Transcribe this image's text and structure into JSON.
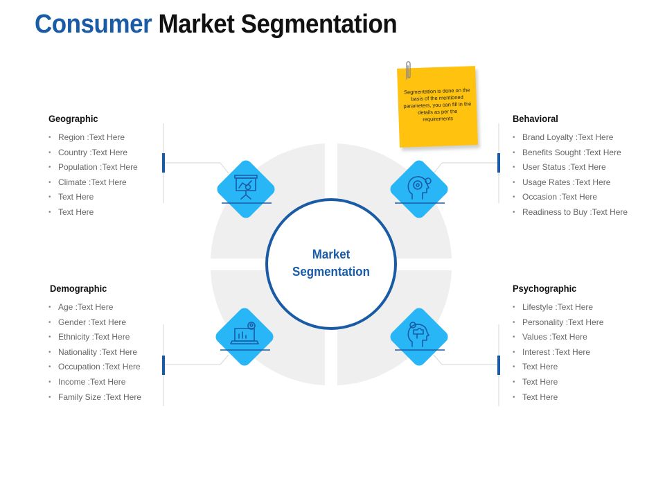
{
  "title": {
    "part1": "Consumer",
    "part2": "Market Segmentation"
  },
  "center": {
    "line1": "Market",
    "line2": "Segmentation"
  },
  "note": {
    "text": "Segmentation is done on the basis of the mentioned parameters, you can fill in the details as per the requirements"
  },
  "sections": {
    "geographic": {
      "heading": "Geographic",
      "items": [
        "Region :Text Here",
        "Country :Text Here",
        "Population :Text Here",
        "Climate :Text Here",
        "Text Here",
        "Text Here"
      ]
    },
    "behavioral": {
      "heading": "Behavioral",
      "items": [
        "Brand Loyalty :Text Here",
        "Benefits Sought :Text Here",
        "User Status :Text Here",
        "Usage Rates :Text Here",
        "Occasion :Text Here",
        "Readiness to Buy :Text Here"
      ]
    },
    "demographic": {
      "heading": "Demographic",
      "items": [
        "Age :Text Here",
        "Gender :Text Here",
        "Ethnicity :Text Here",
        "Nationality :Text Here",
        "Occupation :Text Here",
        "Income :Text Here",
        "Family Size :Text Here"
      ]
    },
    "psychographic": {
      "heading": "Psychographic",
      "items": [
        "Lifestyle :Text Here",
        "Personality :Text Here",
        "Values :Text Here",
        "Interest :Text Here",
        "Text Here",
        "Text Here",
        "Text Here"
      ]
    }
  },
  "icons": {
    "geographic": "presentation-board-icon",
    "behavioral": "head-gear-icon",
    "demographic": "laptop-analytics-icon",
    "psychographic": "head-puzzle-icon"
  },
  "colors": {
    "accent_blue": "#1a5ba6",
    "diamond_blue": "#29b6f6",
    "quadrant_gray": "#efefef",
    "sticky_note": "#ffc20e"
  }
}
